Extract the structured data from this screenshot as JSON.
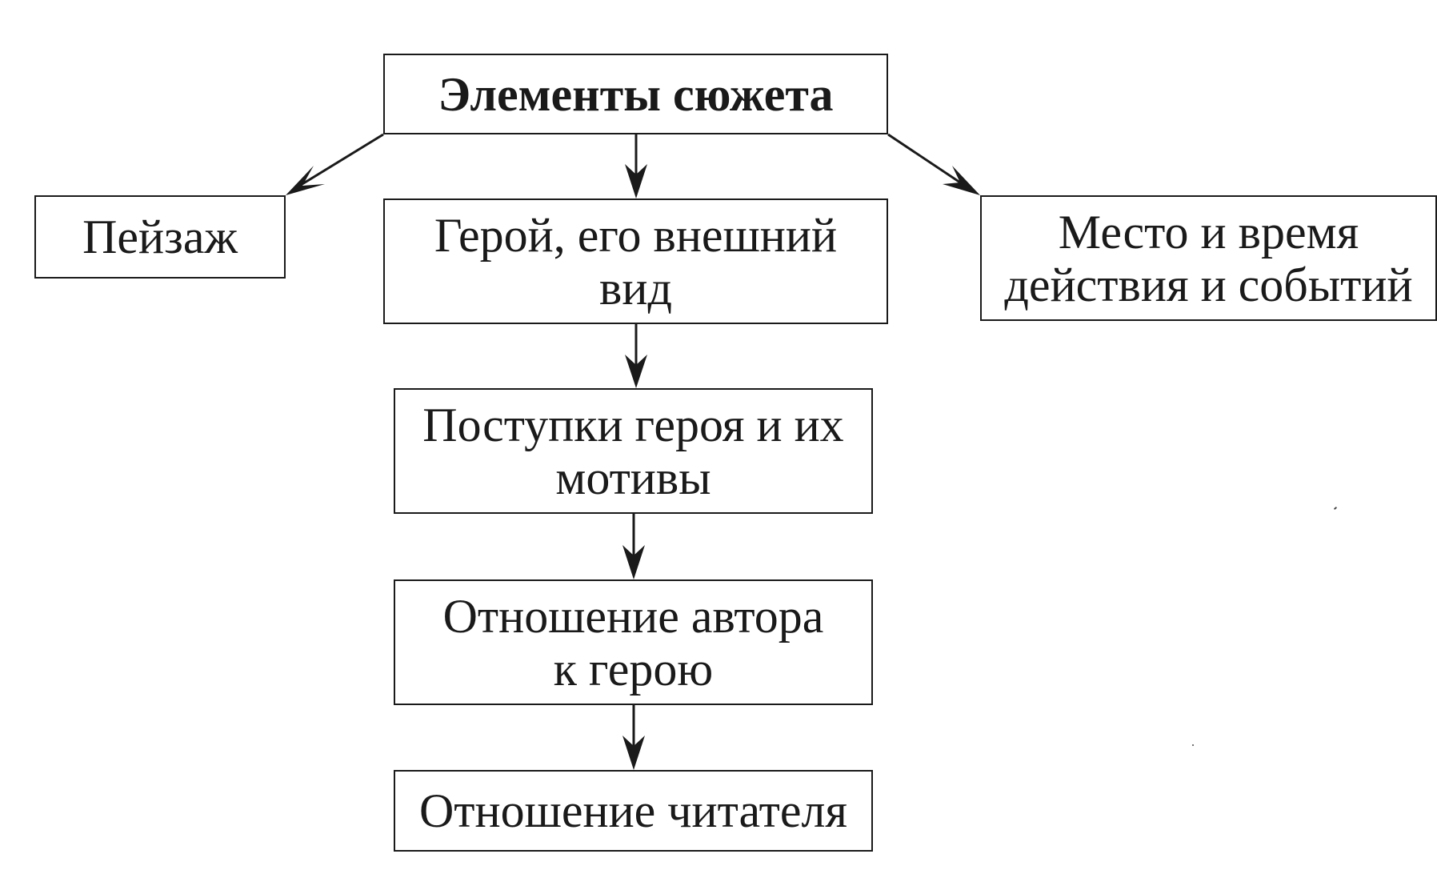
{
  "diagram": {
    "nodes": {
      "root": "Элементы сюжета",
      "landscape": "Пейзаж",
      "hero": {
        "line1": "Герой, его внешний",
        "line2": "вид"
      },
      "place_time": {
        "line1": "Место и время",
        "line2": "действия и событий"
      },
      "deeds": {
        "line1": "Поступки героя и их",
        "line2": "мотивы"
      },
      "author_attitude": {
        "line1": "Отношение автора",
        "line2": "к герою"
      },
      "reader_attitude": "Отношение читателя"
    },
    "edges": [
      {
        "from": "root",
        "to": "landscape"
      },
      {
        "from": "root",
        "to": "hero"
      },
      {
        "from": "root",
        "to": "place_time"
      },
      {
        "from": "hero",
        "to": "deeds"
      },
      {
        "from": "deeds",
        "to": "author_attitude"
      },
      {
        "from": "author_attitude",
        "to": "reader_attitude"
      }
    ],
    "colors": {
      "ink": "#1a1a1a",
      "background": "#ffffff"
    }
  }
}
